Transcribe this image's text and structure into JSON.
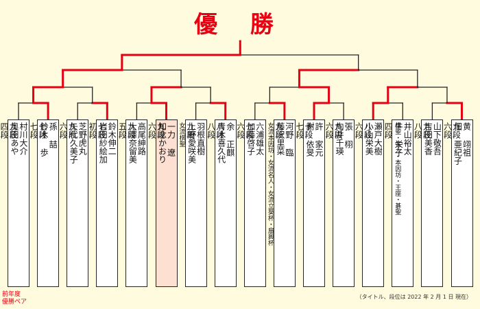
{
  "title": "優 勝",
  "prev_label": "前年度\n優勝ペア",
  "note": "（タイトル、段位は 2022 年 2 月 1 日 現在）",
  "colors": {
    "accent": "#e60012",
    "line": "#222222",
    "highlight": "#fde0d2",
    "background": "#fffbdf"
  },
  "bracket": {
    "pair_winners": [
      false,
      true,
      false,
      true,
      false,
      true,
      false,
      true,
      false,
      true,
      true,
      false,
      true,
      false,
      false,
      true
    ],
    "r1_winners": [
      true,
      false,
      true,
      false,
      false,
      true,
      true,
      false
    ],
    "r2_winners": [
      true,
      false,
      true,
      false
    ],
    "r3_winners": [
      true,
      false
    ],
    "champion_side": 0
  },
  "pairs": [
    {
      "id": 1,
      "right": {
        "name": "村川大介",
        "rank": "九段"
      },
      "left": {
        "name": "奥田あや",
        "rank": "四段"
      }
    },
    {
      "id": 2,
      "right": {
        "name": "孫 喆",
        "rank": "七段"
      },
      "left": {
        "name": "鈴木 歩",
        "rank": "七段"
      }
    },
    {
      "id": 3,
      "right": {
        "name": "芝野虎丸",
        "rank": "九段"
      },
      "left": {
        "name": "矢代久美子",
        "rank": "六段"
      }
    },
    {
      "id": 4,
      "right": {
        "name": "鈴木伸二",
        "rank": "七段"
      },
      "left": {
        "name": "岩田紗絵加",
        "rank": "初段"
      }
    },
    {
      "id": 5,
      "right": {
        "name": "高尾紳路",
        "rank": "九段"
      },
      "left": {
        "name": "大澤奈留美",
        "rank": "五段"
      }
    },
    {
      "id": 6,
      "right": {
        "name": "一力 遼",
        "rank": "九段"
      },
      "left": {
        "name": "知念かおり",
        "rank": "六段"
      }
    },
    {
      "id": 7,
      "right": {
        "name": "羽根直樹",
        "rank": "九段"
      },
      "left": {
        "name": "上野愛咲美",
        "title": "女流棋聖",
        "rank": ""
      }
    },
    {
      "id": 8,
      "right": {
        "name": "余 正麒",
        "rank": "八段"
      },
      "left": {
        "name": "青木喜久代",
        "rank": "八段"
      }
    },
    {
      "id": 9,
      "right": {
        "name": "六浦雄太",
        "rank": "七段"
      },
      "left": {
        "name": "加藤啓子",
        "rank": "六段"
      }
    },
    {
      "id": 10,
      "right": {
        "name": "河野 臨",
        "rank": "九段"
      },
      "left": {
        "name": "藤沢里菜",
        "title": "女流本因坊・女流名人・女流立葵杯・扇興杯",
        "rank": ""
      }
    },
    {
      "id": 11,
      "right": {
        "name": "許 家元",
        "rank": "十段"
      },
      "left": {
        "name": "謝 依旻",
        "rank": "七段"
      }
    },
    {
      "id": 12,
      "right": {
        "name": "張 栩",
        "rank": "九段"
      },
      "left": {
        "name": "向井千瑛",
        "rank": "六段"
      }
    },
    {
      "id": 13,
      "right": {
        "name": "瀬戸大樹",
        "rank": "八段"
      },
      "left": {
        "name": "小山栄美",
        "rank": "六段"
      }
    },
    {
      "id": 14,
      "right": {
        "name": "井山裕太",
        "title": "棋聖・名人・本因坊・王座・碁聖",
        "rank": ""
      },
      "left": {
        "name": "牛 栄子",
        "rank": "四段"
      }
    },
    {
      "id": 15,
      "right": {
        "name": "山下敬吾",
        "rank": "九段"
      },
      "left": {
        "name": "吉田美香",
        "rank": "八段"
      }
    },
    {
      "id": 16,
      "right": {
        "name": "黄 翊祖",
        "rank": "九段"
      },
      "left": {
        "name": "佃 亜紀子",
        "rank": "六段"
      }
    }
  ],
  "highlight_pair": 6
}
